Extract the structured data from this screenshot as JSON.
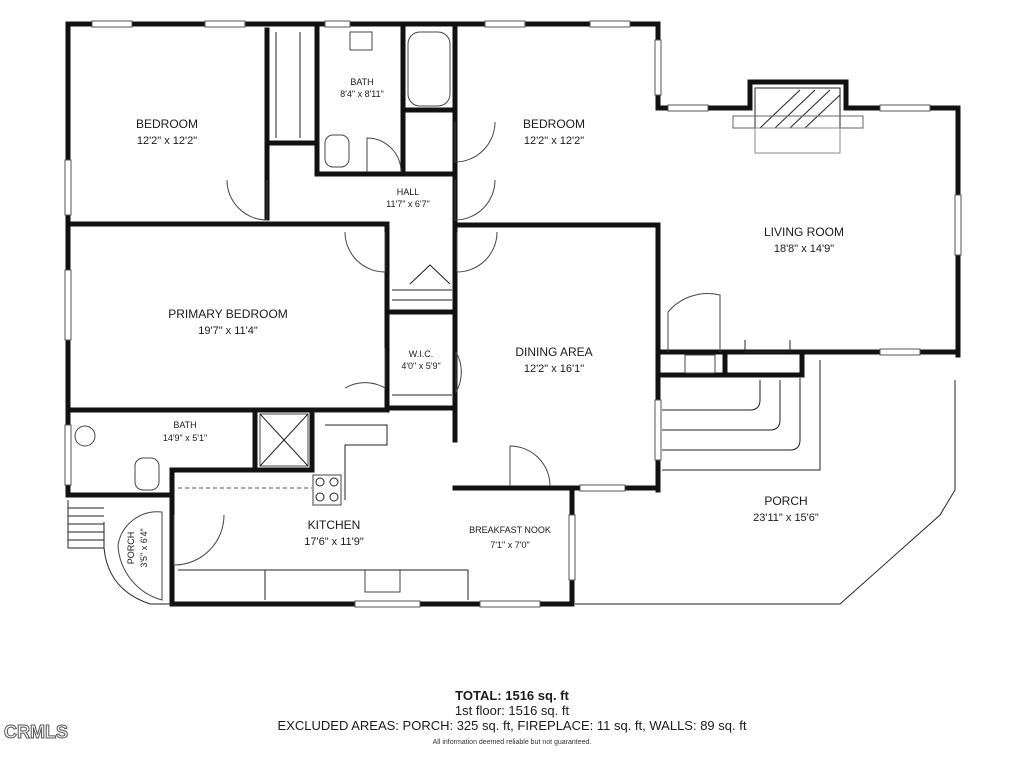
{
  "rooms": [
    {
      "id": "bedroom-1",
      "name": "BEDROOM",
      "dims": "12'2\" x 12'2\""
    },
    {
      "id": "bath-1",
      "name": "BATH",
      "dims": "8'4\" x 8'11\""
    },
    {
      "id": "bedroom-2",
      "name": "BEDROOM",
      "dims": "12'2\" x 12'2\""
    },
    {
      "id": "hall",
      "name": "HALL",
      "dims": "11'7\" x 6'7\""
    },
    {
      "id": "living-room",
      "name": "LIVING ROOM",
      "dims": "18'8\" x 14'9\""
    },
    {
      "id": "primary-bedroom",
      "name": "PRIMARY BEDROOM",
      "dims": "19'7\" x 11'4\""
    },
    {
      "id": "wic",
      "name": "W.I.C.",
      "dims": "4'0\" x 5'9\""
    },
    {
      "id": "dining-area",
      "name": "DINING AREA",
      "dims": "12'2\" x 16'1\""
    },
    {
      "id": "bath-2",
      "name": "BATH",
      "dims": "14'9\" x 5'1\""
    },
    {
      "id": "kitchen",
      "name": "KITCHEN",
      "dims": "17'6\" x 11'9\""
    },
    {
      "id": "breakfast-nook",
      "name": "BREAKFAST NOOK",
      "dims": "7'1\" x 7'0\""
    },
    {
      "id": "porch-main",
      "name": "PORCH",
      "dims": "23'11\" x 15'6\""
    },
    {
      "id": "porch-side",
      "name": "PORCH",
      "dims": "3'5\" x 6'4\""
    }
  ],
  "summary": {
    "total": "TOTAL: 1516 sq. ft",
    "floor": "1st floor: 1516 sq. ft",
    "excluded": "EXCLUDED AREAS: PORCH: 325 sq. ft, FIREPLACE: 11 sq. ft, WALLS: 89 sq. ft",
    "disclaimer": "All information deemed reliable but not guaranteed."
  },
  "logo": "CRMLS"
}
